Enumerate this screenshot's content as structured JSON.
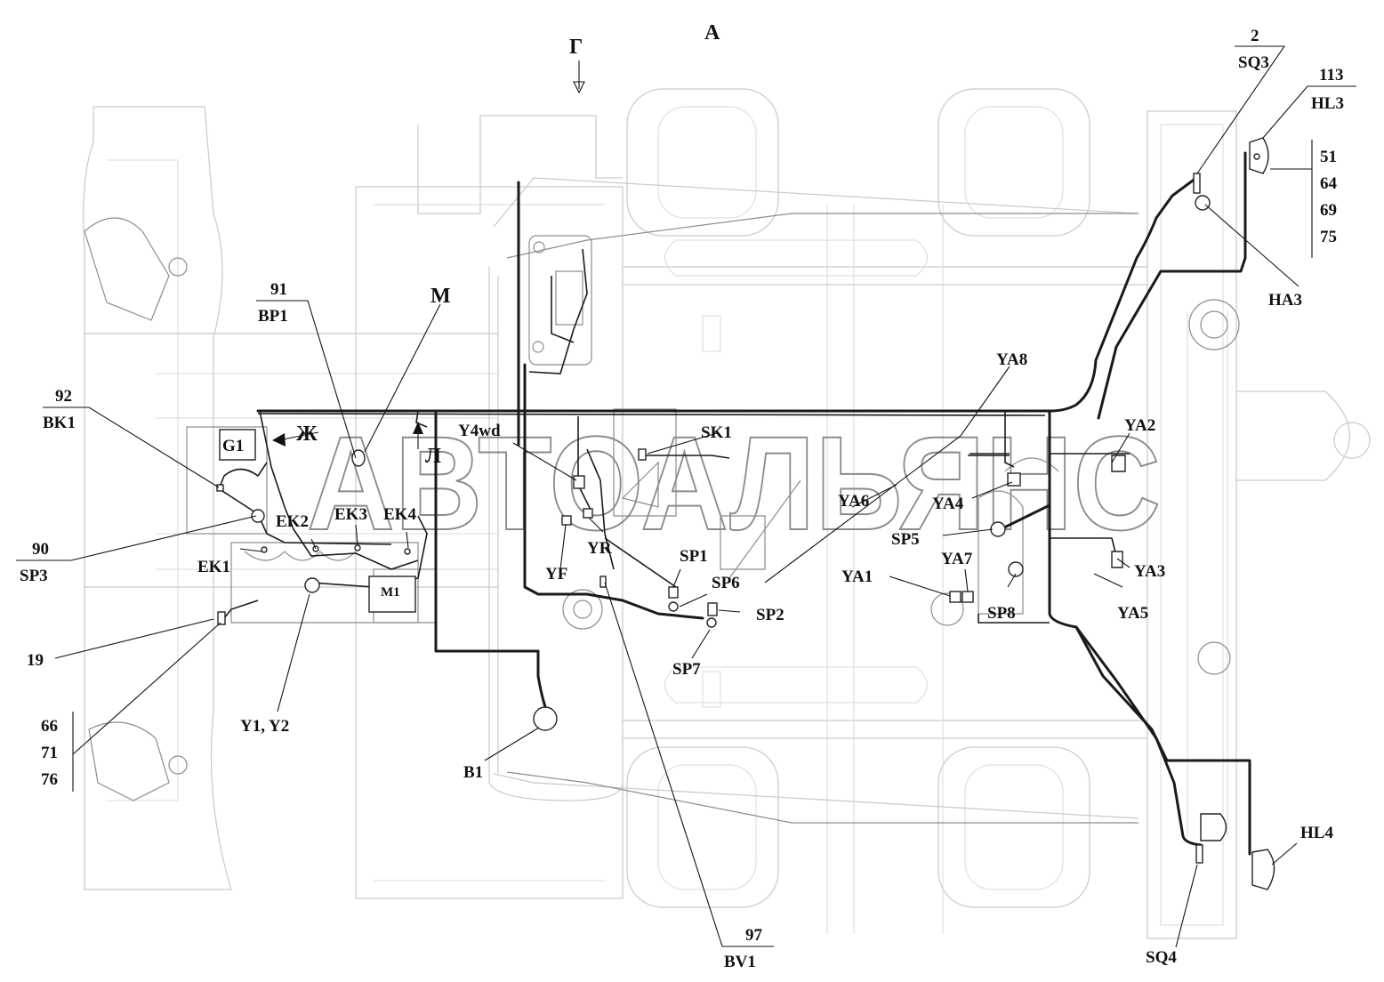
{
  "diagram": {
    "view_labels": {
      "view_a": "A",
      "view_g": "Г",
      "view_m": "M",
      "view_zh": "Ж",
      "view_l": "Л"
    },
    "watermark": "АВТОАЛЬЯНС",
    "callouts": [
      {
        "id": "c-2-sq3",
        "pos": "2",
        "ref": "SQ3"
      },
      {
        "id": "c-113-hl3",
        "pos": "113",
        "ref": "HL3"
      },
      {
        "id": "c-91-bp1",
        "pos": "91",
        "ref": "BP1"
      },
      {
        "id": "c-92-bk1",
        "pos": "92",
        "ref": "BK1"
      },
      {
        "id": "c-90-sp3",
        "pos": "90",
        "ref": "SP3"
      },
      {
        "id": "c-97-bv1",
        "pos": "97",
        "ref": "BV1"
      }
    ],
    "stack_hl3": [
      "51",
      "64",
      "69",
      "75"
    ],
    "stack_19": [
      "66",
      "71",
      "76"
    ],
    "labels": {
      "ha3": "HA3",
      "ya8": "YA8",
      "ya2": "YA2",
      "ya6": "YA6",
      "ya4": "YA4",
      "sp5": "SP5",
      "ya1": "YA1",
      "ya7": "YA7",
      "ya3": "YA3",
      "sp8": "SP8",
      "ya5": "YA5",
      "y4wd": "Y4wd",
      "sk1": "SK1",
      "yr": "YR",
      "yf": "YF",
      "sp1": "SP1",
      "sp6": "SP6",
      "sp2": "SP2",
      "sp7": "SP7",
      "g1": "G1",
      "ek1": "EK1",
      "ek2": "EK2",
      "ek3": "EK3",
      "ek4": "EK4",
      "m1": "M1",
      "l19": "19",
      "y1y2": "Y1, Y2",
      "b1": "B1",
      "hl4": "HL4",
      "sq4": "SQ4"
    }
  }
}
